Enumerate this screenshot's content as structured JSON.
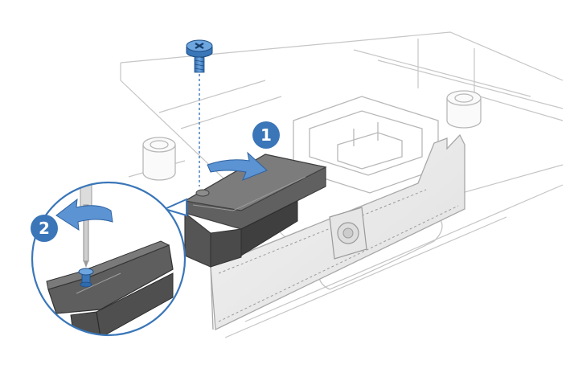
{
  "steps": [
    {
      "number": "1",
      "action": "slide-right"
    },
    {
      "number": "2",
      "action": "unscrew-counterclockwise"
    }
  ],
  "colors": {
    "accent": "#3a76b8",
    "accent_dark": "#1f4f85",
    "line_art": "#b9b9b9",
    "part_dark": "#5e5e5e",
    "part_light": "#ededed"
  },
  "icons": [
    "screw-icon",
    "arrow-icon",
    "screwdriver-icon"
  ]
}
